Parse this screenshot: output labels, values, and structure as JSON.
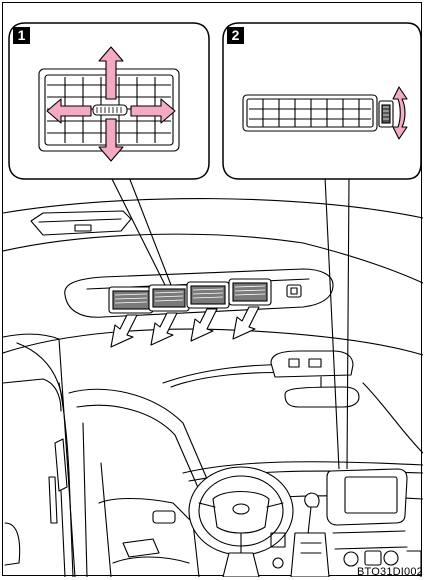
{
  "panels": [
    {
      "badge": "1"
    },
    {
      "badge": "2"
    }
  ],
  "reference_code": "BTO31DI002",
  "colors": {
    "arrow_fill": "#f4a9c4",
    "line": "#000000",
    "vent_fill": "#7a7a7a"
  }
}
